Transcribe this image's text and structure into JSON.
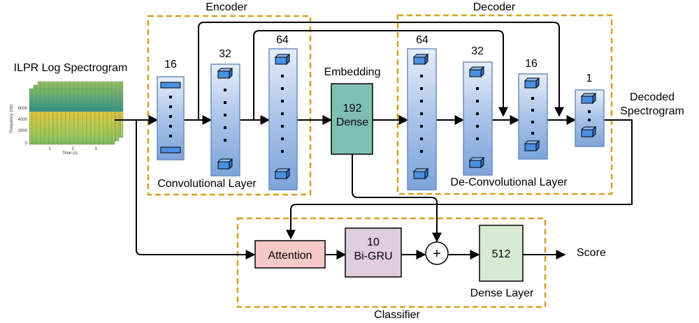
{
  "input_label": "ILPR Log Spectrogram",
  "spectrogram": {
    "ylabel": "Frequency (Hz)",
    "yticks": [
      "6000",
      "4000",
      "2000",
      "0"
    ],
    "xlabel": "Time (s)",
    "xticks": [
      "1",
      "2",
      "3"
    ]
  },
  "encoder": {
    "title": "Encoder",
    "layer_label": "Convolutional Layer",
    "filters": [
      "16",
      "32",
      "64"
    ]
  },
  "embedding": {
    "title": "Embedding",
    "size": "192",
    "type": "Dense"
  },
  "decoder": {
    "title": "Decoder",
    "layer_label": "De-Convolutional Layer",
    "filters": [
      "64",
      "32",
      "16",
      "1"
    ]
  },
  "output_label_line1": "Decoded",
  "output_label_line2": "Spectrogram",
  "classifier": {
    "title": "Classifier",
    "attention": "Attention",
    "gru_units": "10",
    "gru_type": "Bi-GRU",
    "sum_symbol": "+",
    "dense_units": "512",
    "dense_label": "Dense Layer",
    "score": "Score"
  },
  "colors": {
    "dashed_border": "#D4A020",
    "column_fill": "#C9D8EE",
    "cube_fill": "#4A90E2",
    "embedding_fill": "#7FBFB2",
    "attention_fill": "#F6C9C6",
    "gru_fill": "#E1CDE0",
    "dense_fill": "#D9EAD3"
  }
}
